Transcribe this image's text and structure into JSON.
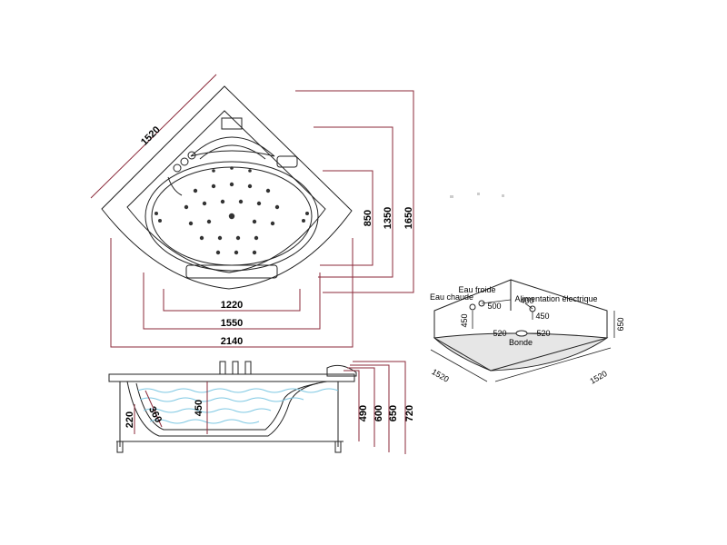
{
  "top_view": {
    "diagonal": "1520",
    "depth_850": "850",
    "depth_1350": "1350",
    "depth_1650": "1650",
    "width_1220": "1220",
    "width_1550": "1550",
    "width_2140": "2140"
  },
  "side_view": {
    "seat": "220",
    "curve": "360",
    "water": "450",
    "h_490": "490",
    "h_600": "600",
    "h_650": "650",
    "h_720": "720"
  },
  "install_view": {
    "hot_water": "Eau chaude",
    "cold_water": "Eau froide",
    "power": "Alimentation électrique",
    "d_500": "500",
    "d_400": "400",
    "d_450_left": "450",
    "d_450_right": "450",
    "d_520_left": "520",
    "d_520_right": "520",
    "drain": "Bonde",
    "wall_height": "650",
    "side_left": "1520",
    "side_right": "1520"
  },
  "colors": {
    "line": "#222222",
    "dimension": "#8b2a3a",
    "water": "#7ec8e3",
    "floor": "#e6e6e6"
  }
}
